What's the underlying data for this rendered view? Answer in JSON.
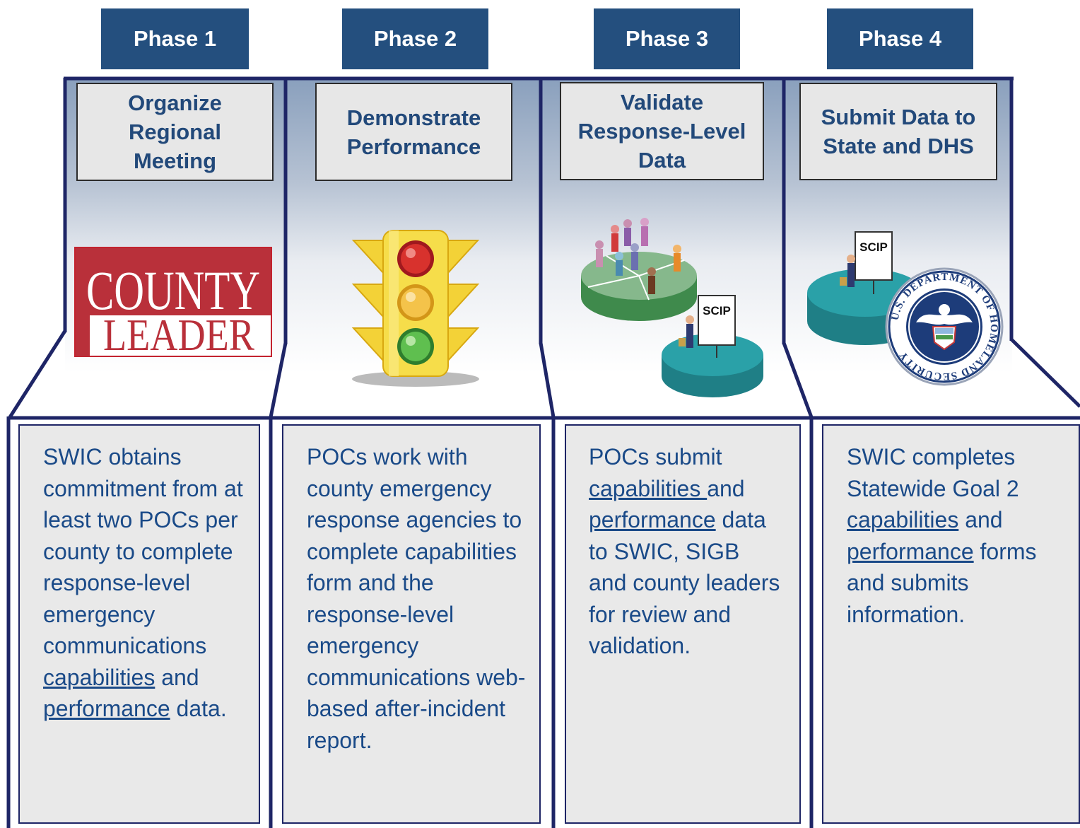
{
  "phases": [
    {
      "tab": "Phase 1",
      "title": "Organize\nRegional\nMeeting",
      "logo": {
        "line1": "COUNTY",
        "line2": "LEADER"
      },
      "desc": {
        "t1": "SWIC obtains commitment from at least two POCs per county to complete response-level emergency communications ",
        "cap": "capabilities",
        "t2": " and ",
        "perf": "performance",
        "t3": " data."
      }
    },
    {
      "tab": "Phase 2",
      "title": "Demonstrate\nPerformance",
      "image": "traffic-light-icon",
      "desc": {
        "t1": "POCs work with county emergency response agencies to complete capabilities form and the response-level emergency communications web-based after-incident report."
      }
    },
    {
      "tab": "Phase 3",
      "title": "Validate\nResponse-Level\nData",
      "image": "stakeholder-pie-and-scip-illustration",
      "sign": "SCIP",
      "desc": {
        "t1": "POCs submit ",
        "cap": "capabilities ",
        "t2": "and ",
        "perf": "performance",
        "t3": " data to SWIC, SIGB and county leaders for review and validation."
      }
    },
    {
      "tab": "Phase 4",
      "title": "Submit Data to\nState and DHS",
      "image": "scip-and-dhs-seal-illustration",
      "sign": "SCIP",
      "seal_ring": "U.S. DEPARTMENT OF HOMELAND SECURITY",
      "desc": {
        "t1": "SWIC completes Statewide Goal 2 ",
        "cap": "capabilities",
        "t2": " and ",
        "perf": "performance",
        "t3": " forms and submits information."
      }
    }
  ],
  "colors": {
    "tab": "#244f7e",
    "frame": "#1e2566",
    "title_text": "#22497a",
    "body_text": "#1a4a88"
  }
}
